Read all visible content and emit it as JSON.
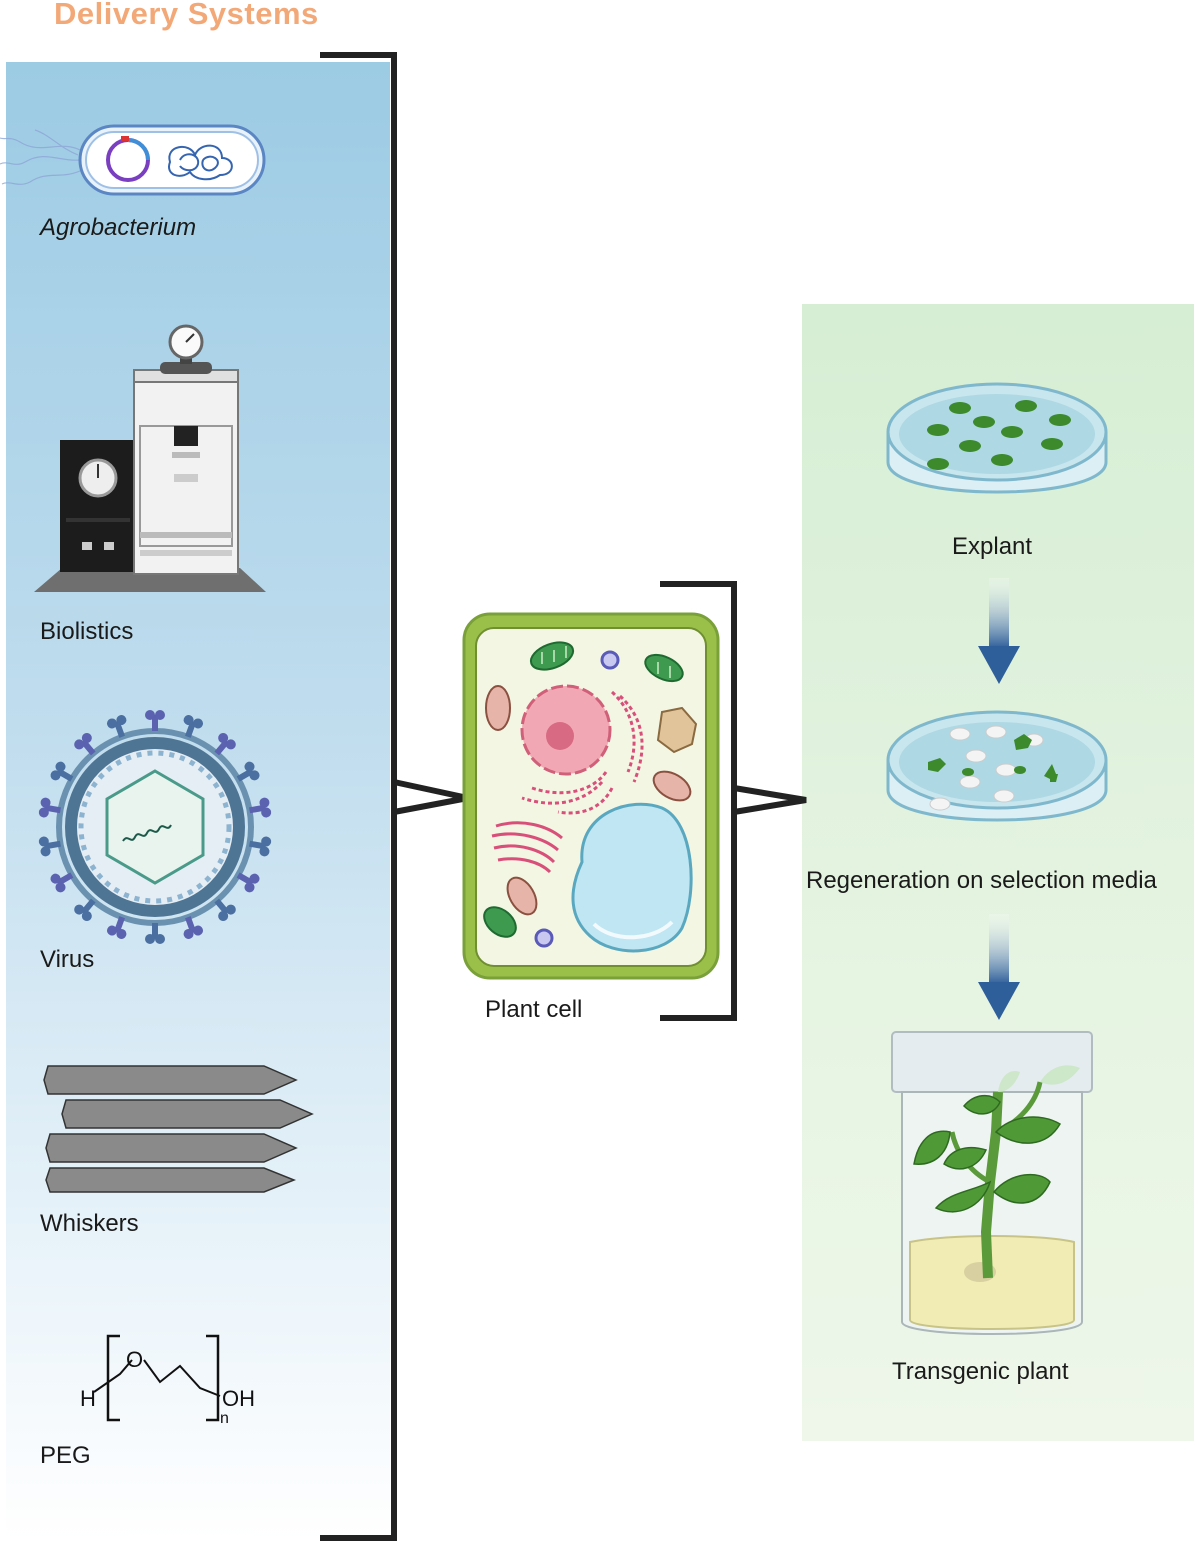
{
  "title": "Delivery Systems",
  "delivery_methods": [
    {
      "label": "Agrobacterium",
      "icon": "agrobacterium-icon"
    },
    {
      "label": "Biolistics",
      "icon": "gene-gun-icon"
    },
    {
      "label": "Virus",
      "icon": "virus-icon"
    },
    {
      "label": "Whiskers",
      "icon": "whiskers-icon"
    },
    {
      "label": "PEG",
      "icon": "peg-structure-icon"
    }
  ],
  "peg_formula": {
    "left": "H",
    "oxygen": "O",
    "right": "OH",
    "subscript": "n"
  },
  "center": {
    "label": "Plant cell",
    "icon": "plant-cell-icon"
  },
  "steps": [
    {
      "label": "Explant",
      "icon": "petri-dish-explant-icon"
    },
    {
      "label": "Regeneration on selection media",
      "icon": "petri-dish-regeneration-icon"
    },
    {
      "label": "Transgenic plant",
      "icon": "culture-jar-plant-icon"
    }
  ],
  "colors": {
    "title": "#f3a878",
    "left_panel": "#9ccbe4",
    "right_panel": "#d6eed4",
    "arrow": "#2f5f9a",
    "bracket": "#222222",
    "cell_wall": "#8db545"
  }
}
